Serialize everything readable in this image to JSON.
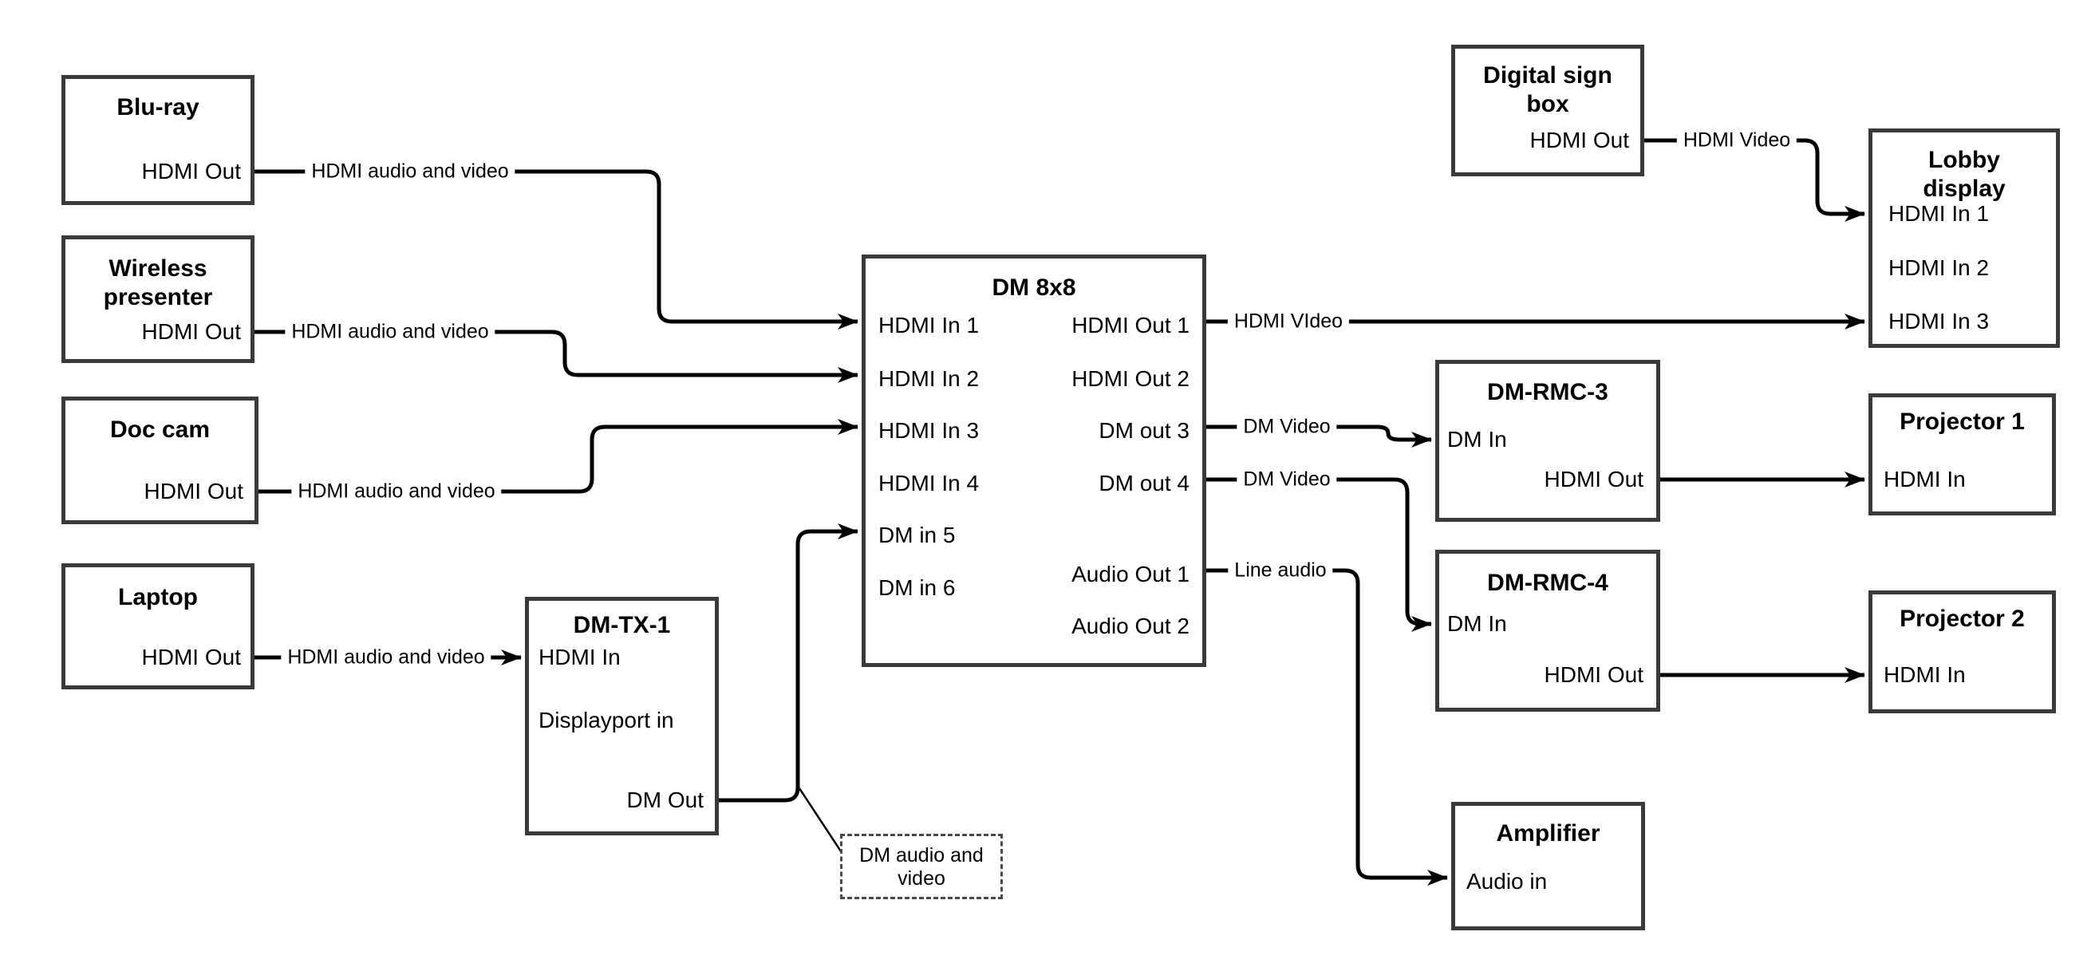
{
  "colors": {
    "background": "#ffffff",
    "box_border": "#3a3a3a",
    "line": "#000000",
    "text": "#000000"
  },
  "nodes": {
    "bluray": {
      "title": "Blu-ray",
      "ports": {
        "hdmi_out": "HDMI Out"
      }
    },
    "wireless": {
      "title": "Wireless presenter",
      "ports": {
        "hdmi_out": "HDMI Out"
      }
    },
    "doccam": {
      "title": "Doc cam",
      "ports": {
        "hdmi_out": "HDMI Out"
      }
    },
    "laptop": {
      "title": "Laptop",
      "ports": {
        "hdmi_out": "HDMI Out"
      }
    },
    "dmtx1": {
      "title": "DM-TX-1",
      "ports": {
        "hdmi_in": "HDMI In",
        "displayport_in": "Displayport in",
        "dm_out": "DM Out"
      }
    },
    "dm8x8": {
      "title": "DM 8x8",
      "ports": {
        "hdmi_in_1": "HDMI In 1",
        "hdmi_in_2": "HDMI In 2",
        "hdmi_in_3": "HDMI In 3",
        "hdmi_in_4": "HDMI In 4",
        "dm_in_5": "DM in 5",
        "dm_in_6": "DM in 6",
        "hdmi_out_1": "HDMI Out 1",
        "hdmi_out_2": "HDMI Out 2",
        "dm_out_3": "DM out 3",
        "dm_out_4": "DM out 4",
        "audio_out_1": "Audio Out 1",
        "audio_out_2": "Audio Out 2"
      }
    },
    "digisign": {
      "title": "Digital sign box",
      "ports": {
        "hdmi_out": "HDMI Out"
      }
    },
    "lobby": {
      "title": "Lobby display",
      "ports": {
        "hdmi_in_1": "HDMI In 1",
        "hdmi_in_2": "HDMI In 2",
        "hdmi_in_3": "HDMI In 3"
      }
    },
    "dmrmc3": {
      "title": "DM-RMC-3",
      "ports": {
        "dm_in": "DM In",
        "hdmi_out": "HDMI Out"
      }
    },
    "proj1": {
      "title": "Projector 1",
      "ports": {
        "hdmi_in": "HDMI In"
      }
    },
    "dmrmc4": {
      "title": "DM-RMC-4",
      "ports": {
        "dm_in": "DM In",
        "hdmi_out": "HDMI Out"
      }
    },
    "proj2": {
      "title": "Projector 2",
      "ports": {
        "hdmi_in": "HDMI In"
      }
    },
    "amp": {
      "title": "Amplifier",
      "ports": {
        "audio_in": "Audio in"
      }
    }
  },
  "edges": {
    "bluray_to_dm8x8": {
      "label": "HDMI audio and video"
    },
    "wireless_to_dm8x8": {
      "label": "HDMI audio and video"
    },
    "doccam_to_dm8x8": {
      "label": "HDMI audio and video"
    },
    "laptop_to_dmtx1": {
      "label": "HDMI audio and video"
    },
    "dm8x8_to_lobby": {
      "label": "HDMI VIdeo"
    },
    "digisign_to_lobby": {
      "label": "HDMI Video"
    },
    "dm8x8_to_dmrmc3": {
      "label": "DM Video"
    },
    "dm8x8_to_dmrmc4": {
      "label": "DM Video"
    },
    "dm8x8_to_amp": {
      "label": "Line audio"
    }
  },
  "callout": {
    "text": "DM audio and video"
  }
}
